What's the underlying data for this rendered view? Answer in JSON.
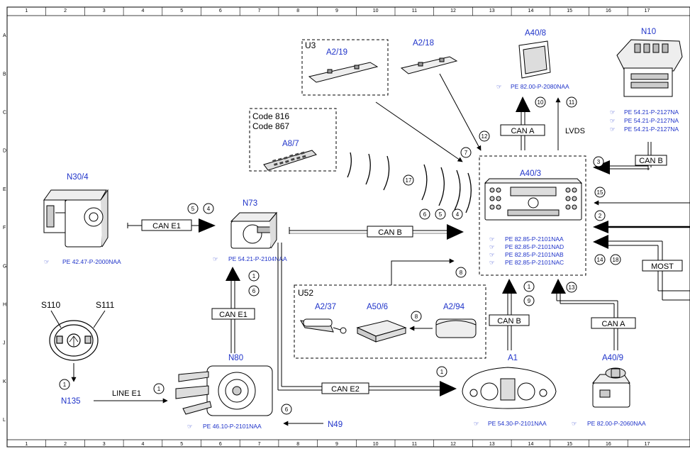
{
  "grid": {
    "columns": [
      "1",
      "2",
      "3",
      "4",
      "5",
      "6",
      "7",
      "8",
      "9",
      "10",
      "11",
      "12",
      "13",
      "14",
      "15",
      "16",
      "17"
    ],
    "rows": [
      "A",
      "B",
      "C",
      "D",
      "E",
      "F",
      "G",
      "H",
      "J",
      "K",
      "L"
    ]
  },
  "groups": {
    "u3": "U3",
    "code": [
      "Code 816",
      "Code 867"
    ],
    "u52": "U52"
  },
  "components": {
    "n30_4": "N30/4",
    "n73": "N73",
    "a8_7": "A8/7",
    "a2_19": "A2/19",
    "a2_18": "A2/18",
    "a40_8": "A40/8",
    "n10": "N10",
    "a40_3": "A40/3",
    "s110": "S110",
    "s111": "S111",
    "n135": "N135",
    "n80": "N80",
    "a2_37": "A2/37",
    "a50_6": "A50/6",
    "a2_94": "A2/94",
    "a1": "A1",
    "a40_9": "A40/9",
    "n49": "N49"
  },
  "buses": {
    "can_e1_top": "CAN E1",
    "can_b_mid": "CAN B",
    "can_a_top": "CAN A",
    "lvds": "LVDS",
    "can_b_right": "CAN B",
    "most": "MOST",
    "can_e1_vert": "CAN E1",
    "can_b_a1": "CAN B",
    "can_a_a409": "CAN A",
    "can_e2": "CAN E2",
    "line_e1": "LINE E1"
  },
  "refs": {
    "n30_4": "PE 42.47-P-2000NAA",
    "n73": "PE 54.21-P-2104NAA",
    "a40_8": "PE 82.00-P-2080NAA",
    "n10": [
      "PE 54.21-P-2127NA",
      "PE 54.21-P-2127NA",
      "PE 54.21-P-2127NA"
    ],
    "a40_3": [
      "PE 82.85-P-2101NAA",
      "PE 82.85-P-2101NAD",
      "PE 82.85-P-2101NAB",
      "PE 82.85-P-2101NAC"
    ],
    "n80": "PE 46.10-P-2101NAA",
    "a1": "PE 54.30-P-2101NAA",
    "a40_9": "PE 82.00-P-2060NAA"
  },
  "numbers": {
    "n30_5": "5",
    "n30_4": "4",
    "n73_6": "6",
    "n73_5": "5",
    "n73_4": "4",
    "n17": "17",
    "n7": "7",
    "n12": "12",
    "n10": "10",
    "n11": "11",
    "n3": "3",
    "n15": "15",
    "n2": "2",
    "n14": "14",
    "n18": "18",
    "n8_top": "8",
    "n1_n73": "1",
    "n6_n73": "6",
    "n8_u52": "8",
    "n1_a1": "1",
    "n9_a1": "9",
    "n13": "13",
    "n1_n135": "1",
    "n1_line": "1",
    "n1_can_e2": "1",
    "n6_n49": "6"
  }
}
